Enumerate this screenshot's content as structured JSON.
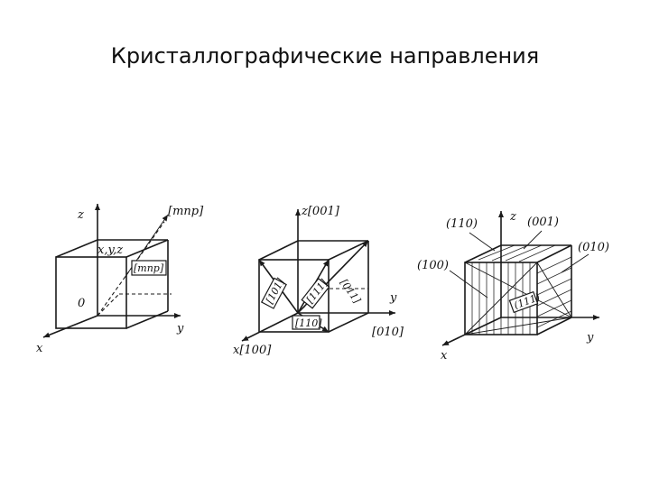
{
  "title": "Кристаллографические направления",
  "cube1": {
    "axis_z": "z",
    "axis_y": "y",
    "axis_x": "x",
    "origin": "0",
    "coords": "x,y,z",
    "dir_label": "[mnp]",
    "dir_box": "[mnp]"
  },
  "cube2": {
    "z_label": "z[001]",
    "y_label": "y",
    "x_label": "x[100]",
    "label_010": "[010]",
    "label_110": "[110]",
    "label_101": "[101]",
    "label_111": "[111]",
    "label_011": "[011]"
  },
  "cube3": {
    "axis_z": "z",
    "axis_y": "y",
    "axis_x": "x",
    "plane_110": "(110)",
    "plane_001": "(001)",
    "plane_010": "(010)",
    "plane_100": "(100)",
    "plane_111": "(111)"
  }
}
